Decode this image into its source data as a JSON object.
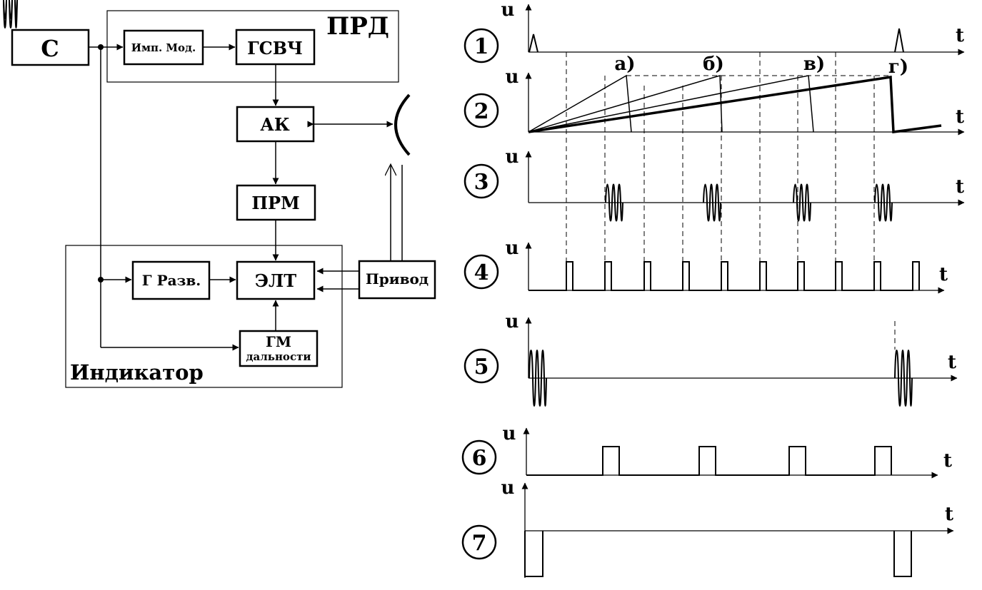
{
  "block_diagram": {
    "blocks": {
      "sync": "С",
      "pulse_modulator": "Имп. Мод.",
      "microwave_generator": "ГСВЧ",
      "antenna_switch": "АК",
      "receiver": "ПРМ",
      "sweep_generator": "Г Разв.",
      "crt": "ЭЛТ",
      "drive": "Привод",
      "range_marker_generator_line1": "ГМ",
      "range_marker_generator_line2": "дальности"
    },
    "groups": {
      "transmitter": "ПРД",
      "indicator": "Индикатор"
    }
  },
  "timing_diagram": {
    "axis_y_label": "u",
    "axis_x_label": "t",
    "rows": [
      {
        "number": "1"
      },
      {
        "number": "2",
        "sweep_labels": [
          "а)",
          "б)",
          "в)",
          "г)"
        ]
      },
      {
        "number": "3"
      },
      {
        "number": "4"
      },
      {
        "number": "5"
      },
      {
        "number": "6"
      },
      {
        "number": "7"
      }
    ]
  }
}
